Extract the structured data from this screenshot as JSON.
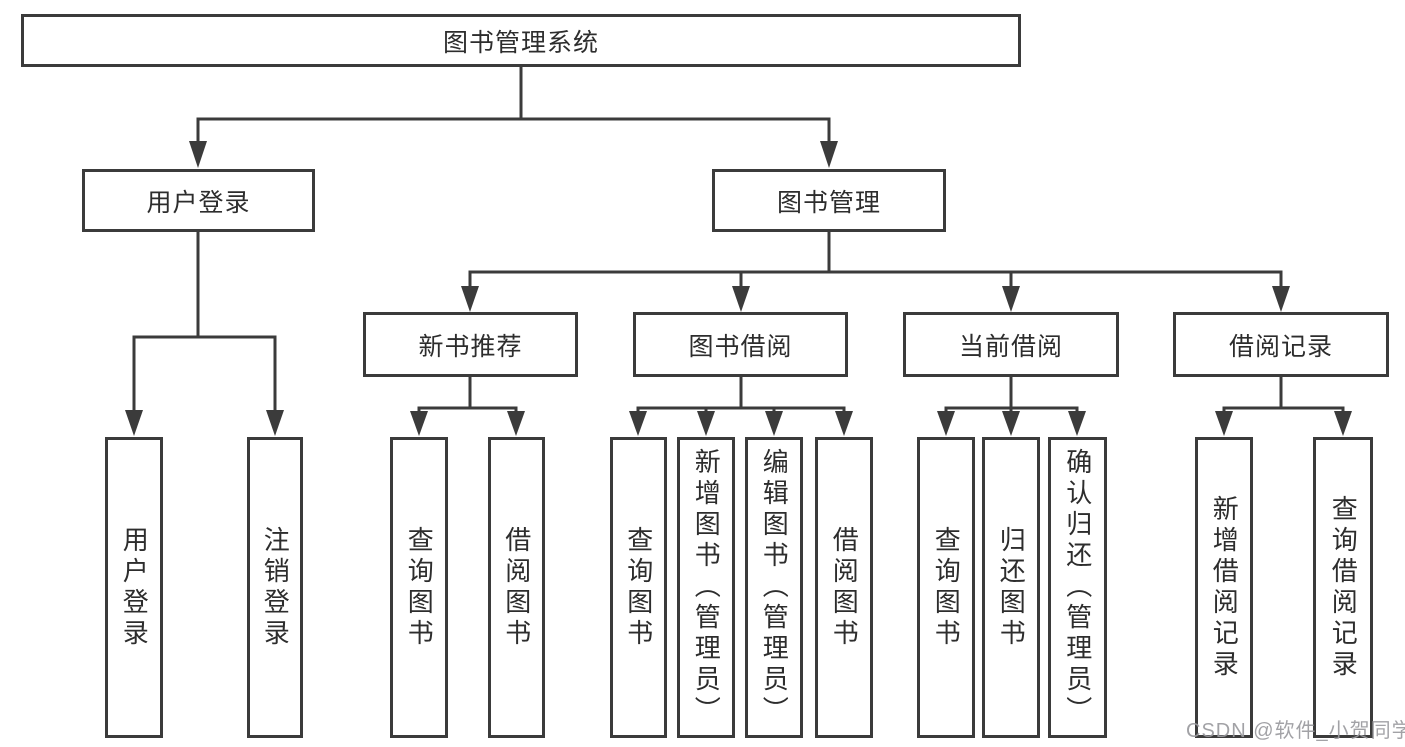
{
  "tree": {
    "label": "图书管理系统",
    "children": [
      {
        "label": "用户登录",
        "children": [
          {
            "label": "用户登录"
          },
          {
            "label": "注销登录"
          }
        ]
      },
      {
        "label": "图书管理",
        "children": [
          {
            "label": "新书推荐",
            "children": [
              {
                "label": "查询图书"
              },
              {
                "label": "借阅图书"
              }
            ]
          },
          {
            "label": "图书借阅",
            "children": [
              {
                "label": "查询图书"
              },
              {
                "label": "新增图书（管理员）"
              },
              {
                "label": "编辑图书（管理员）"
              },
              {
                "label": "借阅图书"
              }
            ]
          },
          {
            "label": "当前借阅",
            "children": [
              {
                "label": "查询图书"
              },
              {
                "label": "归还图书"
              },
              {
                "label": "确认归还（管理员）"
              }
            ]
          },
          {
            "label": "借阅记录",
            "children": [
              {
                "label": "新增借阅记录"
              },
              {
                "label": "查询借阅记录"
              }
            ]
          }
        ]
      }
    ]
  },
  "watermark": {
    "text": "CSDN @软件_小贺同学"
  },
  "colors": {
    "line": "#3b3b3b",
    "text": "#2d2d2d",
    "watermark": "#9b9b9f",
    "background": "#ffffff"
  }
}
